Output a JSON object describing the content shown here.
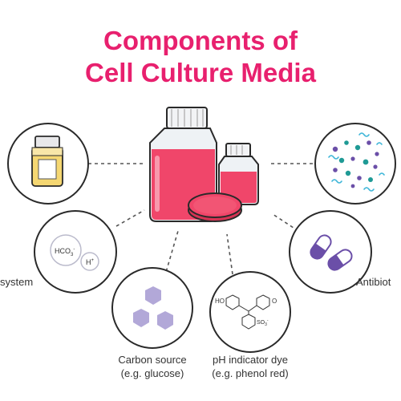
{
  "title_line1": "Components of",
  "title_line2": "Cell Culture Media",
  "components": {
    "buffer": {
      "label": "system",
      "chem1": "HCO",
      "chem1_sub": "3",
      "chem1_sup": "-",
      "chem2": "H",
      "chem2_sup": "+"
    },
    "carbon": {
      "line1": "Carbon source",
      "line2": "(e.g. glucose)"
    },
    "ph": {
      "line1": "pH indicator dye",
      "line2": "(e.g. phenol red)",
      "ho": "HO",
      "o": "O",
      "so3": "SO",
      "so3_sub": "3",
      "so3_sup": "-"
    },
    "antibiotics": {
      "label": "Antibiot"
    }
  },
  "colors": {
    "title": "#e8206e",
    "media": "#f0466a",
    "hexagon": "#b2a8d8",
    "capsule": "#6b4fa8"
  }
}
